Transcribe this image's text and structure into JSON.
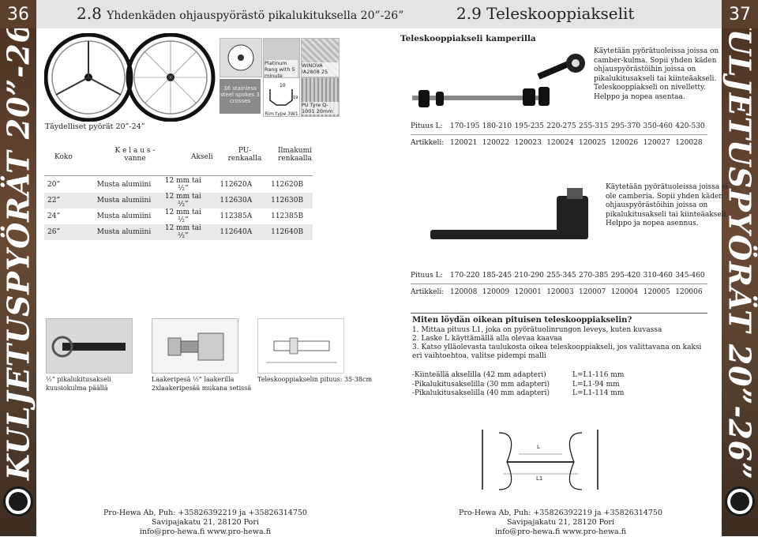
{
  "left_page": {
    "page_number": "36",
    "section_number": "2.8",
    "section_title": "Yhdenkäden ohjauspyörästö pikalukituksella 20”-26”",
    "side_title": "KULJETUSPYÖRÄT 20”-26”",
    "wheels_label": "Täydelliset pyörät 20”-24”",
    "rim_labels": {
      "spokes": "36 stainless steel spokes 3 crosses",
      "platinum": "Platinum Rang with 5 minute",
      "winova": "WINOVA IA2808 25 mm",
      "rim_type": "Rim type 3W1",
      "pu_tyre": "PU Tyre Q-1001 20mm",
      "dim_10": "10",
      "dim_19": "19"
    },
    "table": {
      "headers": [
        "Koko",
        "K e l a u s - vanne",
        "Akseli",
        "PU- renkaalla",
        "Ilmakumi renkaalla"
      ],
      "rows": [
        [
          "20”",
          "Musta alumiini",
          "12 mm tai ½”",
          "112620A",
          "112620B"
        ],
        [
          "22”",
          "Musta alumiini",
          "12 mm tai ½”",
          "112630A",
          "112630B"
        ],
        [
          "24”",
          "Musta alumiini",
          "12 mm tai ½”",
          "112385A",
          "112385B"
        ],
        [
          "26”",
          "Musta alumiini",
          "12 mm tai ½”",
          "112640A",
          "112640B"
        ]
      ]
    },
    "captions": {
      "photo1_line1": "½” pikalukitusakseli",
      "photo1_line2": "kuusiokulma päällä",
      "photo2_line1": "Laakeripesä ½” laakerilla",
      "photo2_line2": "2xlaakeripesää mukana setissä",
      "photo3_line1": "Teleskooppiakselin pituus: 35-38cm"
    },
    "footer": {
      "line1": "Pro-Hewa Ab, Puh: +35826392219 ja +35826314750",
      "line2": "Savipajakatu 21, 28120 Pori",
      "line3": "info@pro-hewa.fi www.pro-hewa.fi"
    }
  },
  "right_page": {
    "page_number": "37",
    "section_number": "2.9",
    "section_title": "Teleskooppiakselit",
    "side_title": "KULJETUSPYÖRÄT 20”-26”",
    "subtitle": "Teleskooppiakseli kamperilla",
    "desc1": [
      "Käytetään pyörätuoleissa joissa on",
      "camber-kulma. Sopii yhden käden",
      "ohjauspyörästöihin joissa on",
      "pikalukitusakseli tai kiinteäakseli.",
      "Teleskooppiakseli on nivelletty.",
      "Helppo ja nopea asentaa."
    ],
    "table1": {
      "pituus_label": "Pituus L:",
      "pituus": [
        "170-195",
        "180-210",
        "195-235",
        "220-275",
        "255-315",
        "295-370",
        "350-460",
        "420-530"
      ],
      "artikkeli_label": "Artikkeli:",
      "artikkeli": [
        "120021",
        "120022",
        "120023",
        "120024",
        "120025",
        "120026",
        "120027",
        "120028"
      ]
    },
    "desc2": [
      "Käytetään pyörätuoleissa joissa ei",
      "ole camberia. Sopii yhden käden",
      "ohjauspyörästöihin joissa on",
      "pikalukitusakseli tai kiinteäakseli.",
      "Helppo ja nopea asennus."
    ],
    "table2": {
      "pituus_label": "Pituus L:",
      "pituus": [
        "170-220",
        "185-245",
        "210-290",
        "255-345",
        "270-385",
        "295-420",
        "310-460",
        "345-460"
      ],
      "artikkeli_label": "Artikkeli:",
      "artikkeli": [
        "120008",
        "120009",
        "120001",
        "120003",
        "120007",
        "120004",
        "120005",
        "120006"
      ]
    },
    "howto": {
      "title": "Miten löydän oikean pituisen teleskooppiakselin?",
      "steps": [
        "1. Mittaa pituus L1, joka on pyörätuolinrungon leveys, kuten kuvassa",
        "2. Laske L käyttämällä alla olevaa kaavaa",
        "3. Katso ylläolevasta taulukosta oikea teleskooppiakseli, jos valittavana on kaksi",
        "eri vaihtoehtoa, valitse pidempi malli"
      ],
      "formulas": [
        {
          "label": "-Kiinteällä akselilla  (42 mm adapteri)",
          "value": "L=L1-116 mm"
        },
        {
          "label": "-Pikalukitusakselilla (30 mm adapteri)",
          "value": "L=L1-94 mm"
        },
        {
          "label": "-Pikalukitusakselilla (40 mm adapteri)",
          "value": "L=L1-114 mm"
        }
      ],
      "diagram_L": "L",
      "diagram_L1": "L1"
    },
    "footer": {
      "line1": "Pro-Hewa Ab, Puh: +35826392219 ja +35826314750",
      "line2": "Savipajakatu 21, 28120 Pori",
      "line3": "info@pro-hewa.fi www.pro-hewa.fi"
    }
  },
  "colors": {
    "brown": "#5a3f2c",
    "header_grey": "#e6e4e2"
  }
}
